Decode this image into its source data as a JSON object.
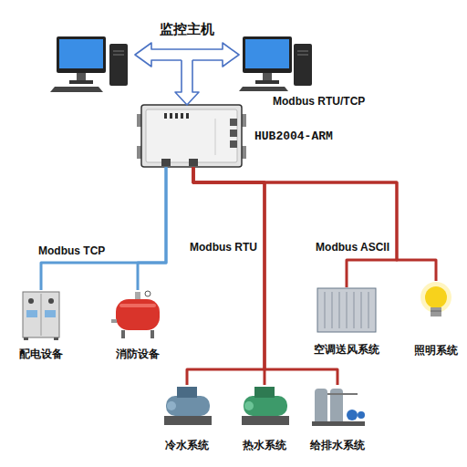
{
  "diagram": {
    "nodes": [
      {
        "text": [
          "监控主机"
        ]
      },
      {
        "text": [
          "HUB2004-ARM"
        ]
      },
      {
        "text": [
          "配电设备"
        ]
      },
      {
        "text": [
          "消防设备"
        ]
      },
      {
        "text": [
          "冷水系统"
        ]
      },
      {
        "text": [
          "热水系统"
        ]
      },
      {
        "text": [
          "给排水系统"
        ]
      },
      {
        "text": [
          "空调送风系统"
        ]
      },
      {
        "text": [
          "照明系统"
        ]
      }
    ],
    "edges": [
      {
        "from": 0,
        "to": 1,
        "arrow": "to"
      },
      {
        "from": 1,
        "to": 2,
        "arrow": "none"
      },
      {
        "from": 1,
        "to": 3,
        "arrow": "none"
      },
      {
        "from": 1,
        "to": 4,
        "arrow": "none"
      },
      {
        "from": 1,
        "to": 5,
        "arrow": "none"
      },
      {
        "from": 1,
        "to": 6,
        "arrow": "none"
      },
      {
        "from": 1,
        "to": 7,
        "arrow": "none"
      },
      {
        "from": 1,
        "to": 8,
        "arrow": "none"
      }
    ],
    "labels": [
      "Modbus RTU/TCP",
      "Modbus TCP",
      "Modbus RTU",
      "Modbus ASCII"
    ]
  }
}
